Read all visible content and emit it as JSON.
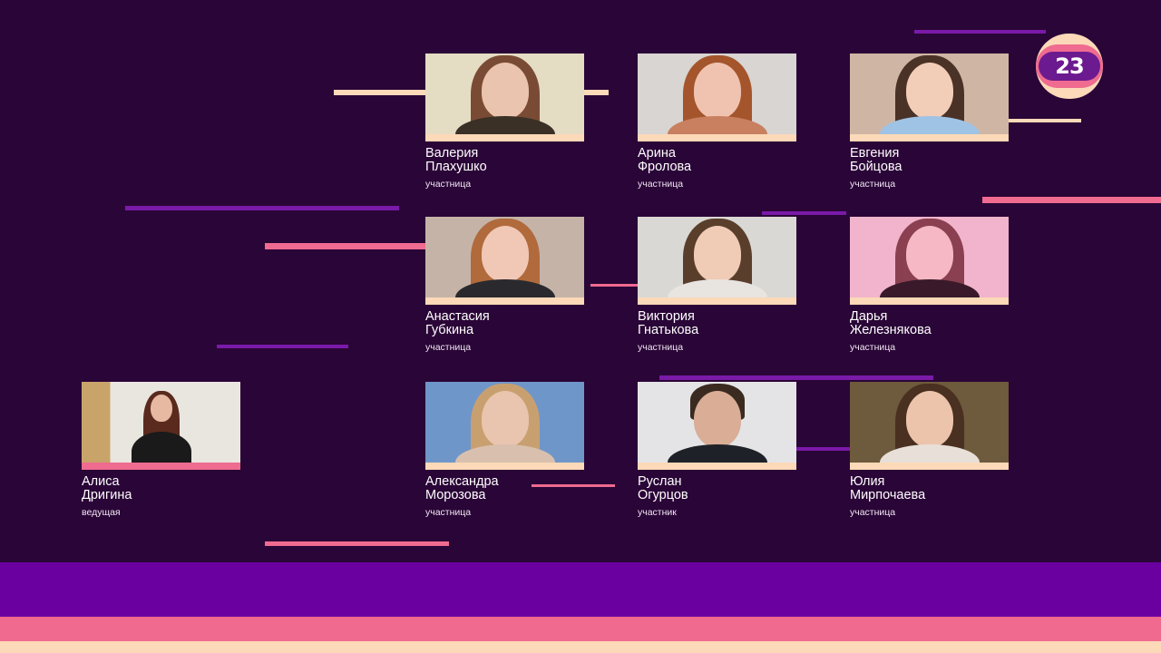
{
  "logo": {
    "text": "23"
  },
  "host": {
    "first": "Алиса",
    "last": "Дригина",
    "role": "ведущая"
  },
  "participants": [
    {
      "first": "Валерия",
      "last": "Плахушко",
      "role": "участница"
    },
    {
      "first": "Арина",
      "last": "Фролова",
      "role": "участница"
    },
    {
      "first": "Евгения",
      "last": "Бойцова",
      "role": "участница"
    },
    {
      "first": "Анастасия",
      "last": "Губкина",
      "role": "участница"
    },
    {
      "first": "Виктория",
      "last": "Гнатькова",
      "role": "участница"
    },
    {
      "first": "Дарья",
      "last": "Железнякова",
      "role": "участница"
    },
    {
      "first": "Александра",
      "last": "Морозова",
      "role": "участница"
    },
    {
      "first": "Руслан",
      "last": "Огурцов",
      "role": "участник"
    },
    {
      "first": "Юлия",
      "last": "Мирпочаева",
      "role": "участница"
    }
  ],
  "colors": {
    "background": "#2a0537",
    "peach": "#fcd9b8",
    "pink": "#ef6b8f",
    "purple": "#7a1aa8"
  }
}
